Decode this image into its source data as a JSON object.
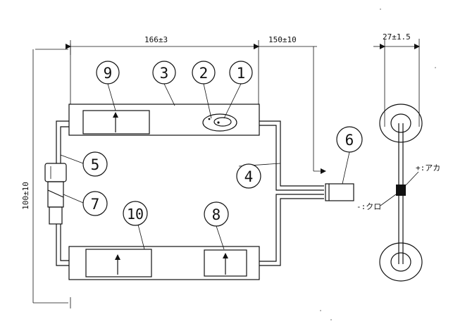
{
  "dimensions": {
    "length": "166±3",
    "lead": "150±10",
    "height": "100±10",
    "width": "27±1.5"
  },
  "balloons": [
    "1",
    "2",
    "3",
    "4",
    "5",
    "6",
    "7",
    "8",
    "9",
    "10"
  ],
  "polarity": {
    "positive": "+:アカ",
    "negative": "-:クロ"
  }
}
